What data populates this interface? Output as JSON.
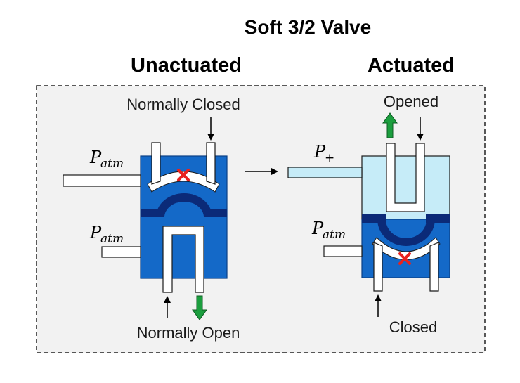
{
  "title": "Soft 3/2 Valve",
  "panels": {
    "unactuated": {
      "heading": "Unactuated",
      "top_port_label": "Normally Closed",
      "bottom_port_label": "Normally Open",
      "upper_inlet": {
        "symbol": "P",
        "subscript": "atm"
      },
      "lower_inlet": {
        "symbol": "P",
        "subscript": "atm"
      }
    },
    "actuated": {
      "heading": "Actuated",
      "top_port_label": "Opened",
      "bottom_port_label": "Closed",
      "upper_inlet": {
        "symbol": "P",
        "subscript": "+"
      },
      "lower_inlet": {
        "symbol": "P",
        "subscript": "atm"
      }
    }
  },
  "colors": {
    "valve_blue": "#1469c8",
    "membrane_navy": "#0b2a78",
    "pressurized_light": "#c6ecf8",
    "panel_bg": "#f2f2f2",
    "flow_arrow_green": "#1b9e3e",
    "blocked_red": "#e8221e"
  }
}
